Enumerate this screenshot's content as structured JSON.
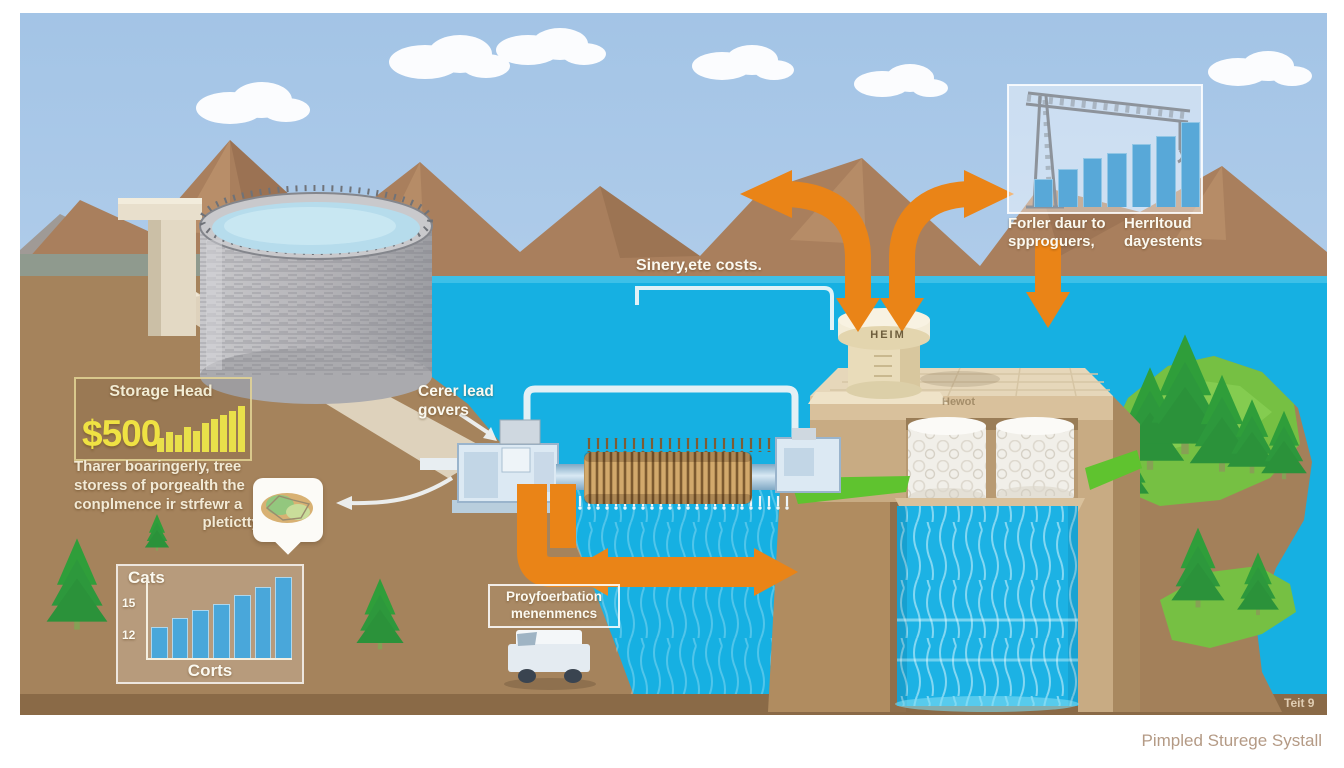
{
  "scene": {
    "caption": "Pimpled Sturege Systall",
    "corner_note": "Teit 9",
    "colors": {
      "sky": "#aecbe8",
      "water": "#16b0e2",
      "mountain": "#a97f5d",
      "ground": "#a5835c",
      "accent_orange": "#ea8417",
      "bar_blue": "#49a7da",
      "bar_yellow": "#e9e04a",
      "grass_green": "#76c043"
    }
  },
  "storage_head_box": {
    "title": "Storage Head",
    "value": "$500",
    "bars": [
      14,
      20,
      17,
      25,
      21,
      29,
      33,
      37,
      41,
      46
    ]
  },
  "storage_note": {
    "line1": "Tharer boaringerly, tree",
    "line2": "storess of porgealth the",
    "line3": "conplmence ir strfewr a",
    "line4": "pletictty"
  },
  "costs_chart": {
    "type": "bar",
    "title": "Cats",
    "xlabel": "Corts",
    "ytick_top": "15",
    "ytick_bottom": "12",
    "values": [
      30,
      39,
      47,
      53,
      62,
      70,
      80
    ]
  },
  "capacity_panel": {
    "type": "bar",
    "values": [
      27,
      37,
      48,
      53,
      62,
      70,
      84
    ],
    "text_left_line1": "Forler daur to",
    "text_left_line2": "spproguers,",
    "text_right_line1": "Herrltoud",
    "text_right_line2": "dayestents"
  },
  "labels": {
    "energy_costs": "Sinery,ete costs.",
    "governor_line1": "Cerer lead",
    "governor_line2": "govers",
    "maintenance_line1": "Proyfoerbation",
    "maintenance_line2": "menenmencs",
    "tower": "HEIM",
    "dam_faint": "Hewot"
  }
}
